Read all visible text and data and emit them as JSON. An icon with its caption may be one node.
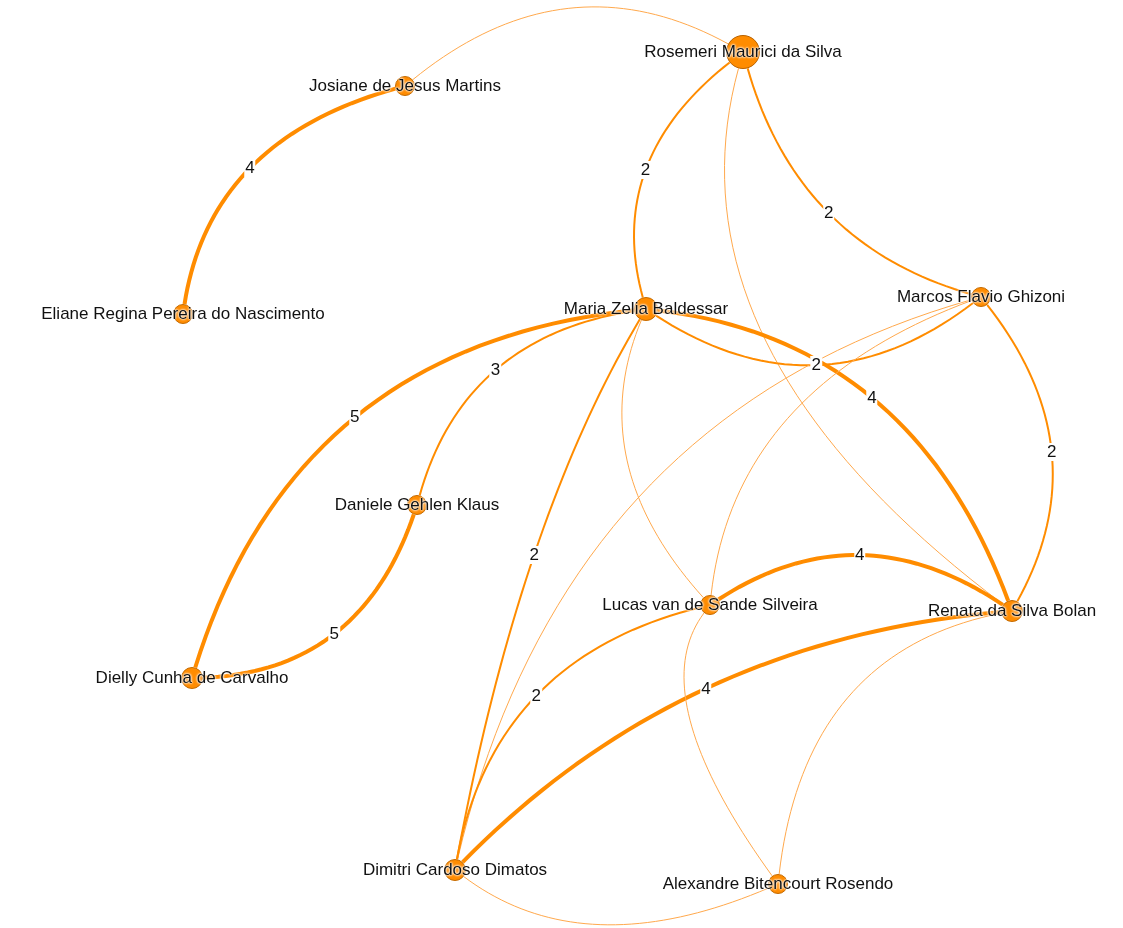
{
  "diagram": {
    "nodes": [
      {
        "text": [
          "Rosemeri Maurici da Silva"
        ]
      },
      {
        "text": [
          "Josiane de Jesus Martins"
        ]
      },
      {
        "text": [
          "Eliane Regina Pereira do Nascimento"
        ]
      },
      {
        "text": [
          "Maria Zelia Baldessar"
        ]
      },
      {
        "text": [
          "Marcos Flavio Ghizoni"
        ]
      },
      {
        "text": [
          "Daniele Gehlen Klaus"
        ]
      },
      {
        "text": [
          "Lucas van de Sande Silveira"
        ]
      },
      {
        "text": [
          "Renata da Silva Bolan"
        ]
      },
      {
        "text": [
          "Dielly Cunha de Carvalho"
        ]
      },
      {
        "text": [
          "Dimitri Cardoso Dimatos"
        ]
      },
      {
        "text": [
          "Alexandre Bitencourt Rosendo"
        ]
      }
    ],
    "edges": [
      {
        "from": 0,
        "to": 1,
        "arrow": "none",
        "color": "#ffa94d"
      },
      {
        "from": 1,
        "to": 2,
        "arrow": "none",
        "label": "4",
        "style": "thick"
      },
      {
        "from": 0,
        "to": 3,
        "arrow": "none",
        "label": "2"
      },
      {
        "from": 0,
        "to": 4,
        "arrow": "none",
        "label": "2"
      },
      {
        "from": 0,
        "to": 7,
        "arrow": "none",
        "color": "#ffa94d"
      },
      {
        "from": 3,
        "to": 4,
        "arrow": "none",
        "label": "2"
      },
      {
        "from": 3,
        "to": 7,
        "arrow": "none",
        "label": "4",
        "style": "thick"
      },
      {
        "from": 3,
        "to": 8,
        "arrow": "none",
        "label": "5",
        "style": "thick"
      },
      {
        "from": 3,
        "to": 5,
        "arrow": "none",
        "label": "3"
      },
      {
        "from": 5,
        "to": 8,
        "arrow": "none",
        "label": "5",
        "style": "thick"
      },
      {
        "from": 3,
        "to": 9,
        "arrow": "none",
        "label": "2"
      },
      {
        "from": 3,
        "to": 6,
        "arrow": "none",
        "color": "#ffa94d"
      },
      {
        "from": 4,
        "to": 7,
        "arrow": "none",
        "label": "2"
      },
      {
        "from": 4,
        "to": 9,
        "arrow": "none",
        "color": "#ffa94d"
      },
      {
        "from": 4,
        "to": 6,
        "arrow": "none",
        "color": "#ffa94d"
      },
      {
        "from": 6,
        "to": 7,
        "arrow": "none",
        "label": "4",
        "style": "thick"
      },
      {
        "from": 9,
        "to": 7,
        "arrow": "none",
        "label": "4",
        "style": "thick"
      },
      {
        "from": 6,
        "to": 9,
        "arrow": "none",
        "label": "2"
      },
      {
        "from": 6,
        "to": 10,
        "arrow": "none",
        "color": "#ffa94d"
      },
      {
        "from": 7,
        "to": 10,
        "arrow": "none",
        "color": "#ffa94d"
      },
      {
        "from": 9,
        "to": 10,
        "arrow": "none",
        "color": "#ffa94d"
      }
    ]
  }
}
